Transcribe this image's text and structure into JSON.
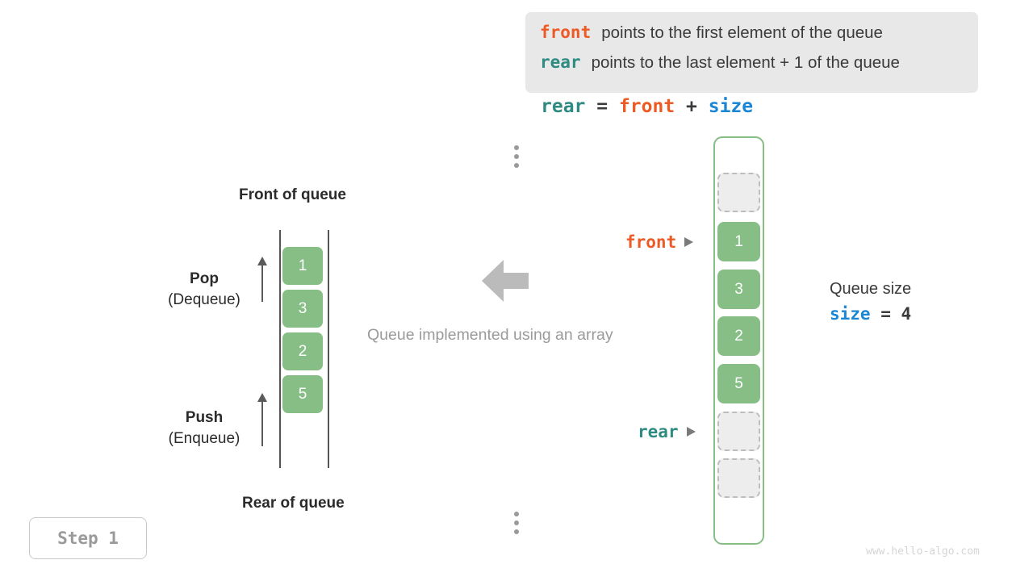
{
  "legend": {
    "rows": [
      {
        "keyword": "front",
        "keyword_color": "#ec5b25",
        "text": "points to the first element of the queue"
      },
      {
        "keyword": "rear",
        "keyword_color": "#2e8b81",
        "text": "points to the last element + 1 of the queue"
      }
    ],
    "background": "#e8e8e8"
  },
  "formula": {
    "lhs": "rear",
    "eq": "=",
    "rhs1": "front",
    "plus": "+",
    "rhs2": "size"
  },
  "left_queue": {
    "front_label": "Front of queue",
    "rear_label": "Rear of queue",
    "pop": {
      "main": "Pop",
      "sub": "(Dequeue)"
    },
    "push": {
      "main": "Push",
      "sub": "(Enqueue)"
    },
    "cells": [
      "1",
      "3",
      "2",
      "5"
    ]
  },
  "center": {
    "caption": "Queue implemented using an array",
    "arrow_color": "#bbbbbb",
    "arrow_direction": "left"
  },
  "array_view": {
    "top_ellipsis": "⋮",
    "bottom_ellipsis": "⋮",
    "slots": [
      {
        "value": "",
        "state": "empty"
      },
      {
        "value": "1",
        "state": "filled"
      },
      {
        "value": "3",
        "state": "filled"
      },
      {
        "value": "2",
        "state": "filled"
      },
      {
        "value": "5",
        "state": "filled"
      },
      {
        "value": "",
        "state": "empty"
      },
      {
        "value": "",
        "state": "empty"
      }
    ],
    "pointers": {
      "front": "front",
      "rear": "rear"
    },
    "colors": {
      "filled": "#86be86",
      "empty_fill": "#ededed",
      "empty_border": "#bdbdbd",
      "container_border": "#86be86"
    }
  },
  "queue_size": {
    "title": "Queue size",
    "var": "size",
    "eq": "=",
    "value": "4"
  },
  "step_badge": {
    "label": "Step 1"
  },
  "watermark": {
    "text": "www.hello-algo.com"
  }
}
